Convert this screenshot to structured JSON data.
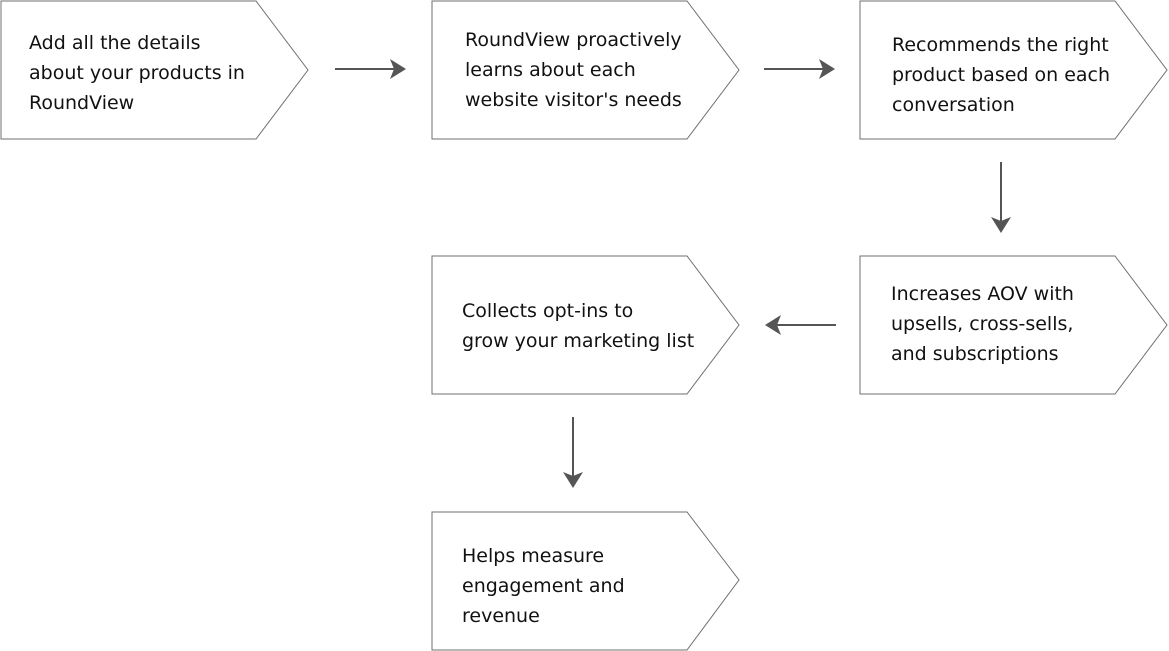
{
  "diagram": {
    "steps": [
      {
        "id": "add-details",
        "lines": [
          "Add all the details",
          "about your products in",
          "RoundView"
        ]
      },
      {
        "id": "learns-needs",
        "lines": [
          "RoundView proactively",
          "learns about each",
          "website visitor's needs"
        ]
      },
      {
        "id": "recommends-product",
        "lines": [
          "Recommends the right",
          "product based on each",
          "conversation"
        ]
      },
      {
        "id": "increases-aov",
        "lines": [
          "Increases AOV with",
          "upsells, cross-sells,",
          "and subscriptions"
        ]
      },
      {
        "id": "collects-optins",
        "lines": [
          "Collects opt-ins to",
          "grow your marketing list"
        ]
      },
      {
        "id": "measures-engagement",
        "lines": [
          "Helps measure",
          "engagement and",
          "revenue"
        ]
      }
    ],
    "connections": [
      {
        "from": "add-details",
        "to": "learns-needs",
        "direction": "right"
      },
      {
        "from": "learns-needs",
        "to": "recommends-product",
        "direction": "right"
      },
      {
        "from": "recommends-product",
        "to": "increases-aov",
        "direction": "down"
      },
      {
        "from": "increases-aov",
        "to": "collects-optins",
        "direction": "left"
      },
      {
        "from": "collects-optins",
        "to": "measures-engagement",
        "direction": "down"
      }
    ],
    "colors": {
      "shape_stroke": "#6f6f6f",
      "shape_fill": "#ffffff",
      "arrow": "#555555",
      "text": "#111111"
    }
  }
}
